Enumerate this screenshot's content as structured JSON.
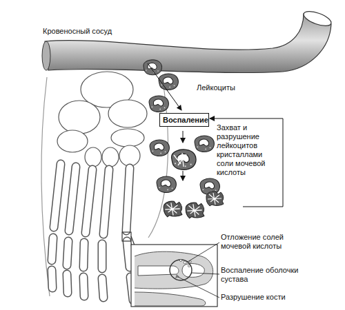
{
  "diagram": {
    "nodes": [
      {
        "text": [
          "Воспаление"
        ]
      }
    ],
    "labels": [
      "Кровеносный сосуд",
      "Лейкоциты",
      "Захват и разрушение лейкоцитов кристаллами соли мочевой кислоты",
      "Отложение солей мочевой кислоты",
      "Воспаление оболочки сустава",
      "Разрушение кости"
    ]
  }
}
